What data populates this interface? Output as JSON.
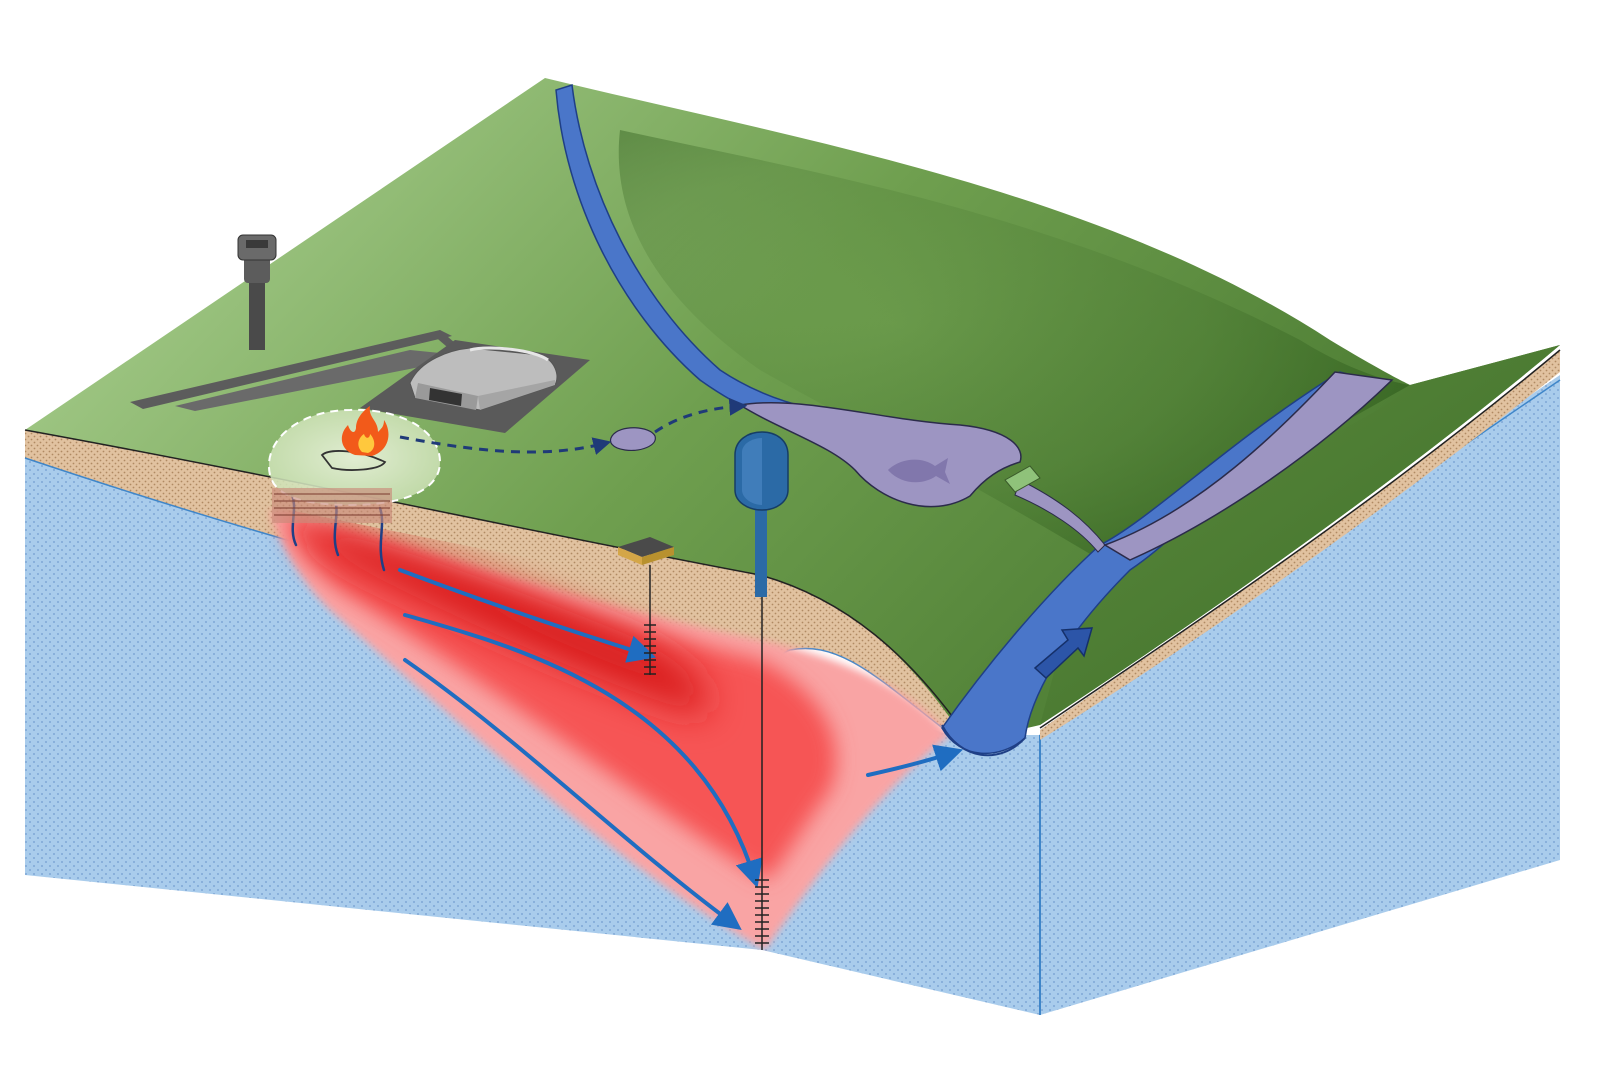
{
  "diagram": {
    "kind": "block-diagram",
    "labels": [],
    "elements": [
      {
        "id": "land-surface",
        "name": "land-surface"
      },
      {
        "id": "soil-layer",
        "name": "soil-layer"
      },
      {
        "id": "aquifer",
        "name": "aquifer"
      },
      {
        "id": "contaminant-plume",
        "name": "contaminant-plume"
      },
      {
        "id": "river",
        "name": "river"
      },
      {
        "id": "wetland-pond",
        "name": "wetland-pond"
      },
      {
        "id": "runway",
        "name": "runway"
      },
      {
        "id": "hangar",
        "name": "hangar"
      },
      {
        "id": "control-tower",
        "name": "control-tower"
      },
      {
        "id": "water-tower",
        "name": "water-tower"
      },
      {
        "id": "monitoring-well",
        "name": "monitoring-well"
      },
      {
        "id": "fire-training-area",
        "name": "fire-training-area"
      },
      {
        "id": "surface-runoff-path",
        "name": "surface-runoff-path"
      },
      {
        "id": "groundwater-flow-arrows",
        "name": "groundwater-flow-arrows"
      }
    ],
    "icons": [
      "fire-icon",
      "fish-icon",
      "flow-direction-arrow-icon"
    ]
  },
  "colors": {
    "background": "#ffffff",
    "aquifer": "#a9ccec",
    "aquifer_dots": "#7fa8d6",
    "aquifer_edge": "#3f86c9",
    "soil": "#e1c2a0",
    "soil_dots": "#b08a63",
    "grass_light": "#a9cf8e",
    "grass_dark": "#4f7d35",
    "river": "#4a76c9",
    "river_edge": "#1f3f86",
    "wetland": "#9d95c2",
    "plume_outer": "#f9a4a4",
    "plume_mid": "#f65454",
    "plume_core": "#d81b1b",
    "flow_arrow": "#1f6dc1",
    "runoff_path": "#1f3a78",
    "fire": "#f25a1a",
    "fire_inner": "#ffc83d",
    "structures": "#5c5c5c",
    "water_tower": "#2b6aa6"
  }
}
